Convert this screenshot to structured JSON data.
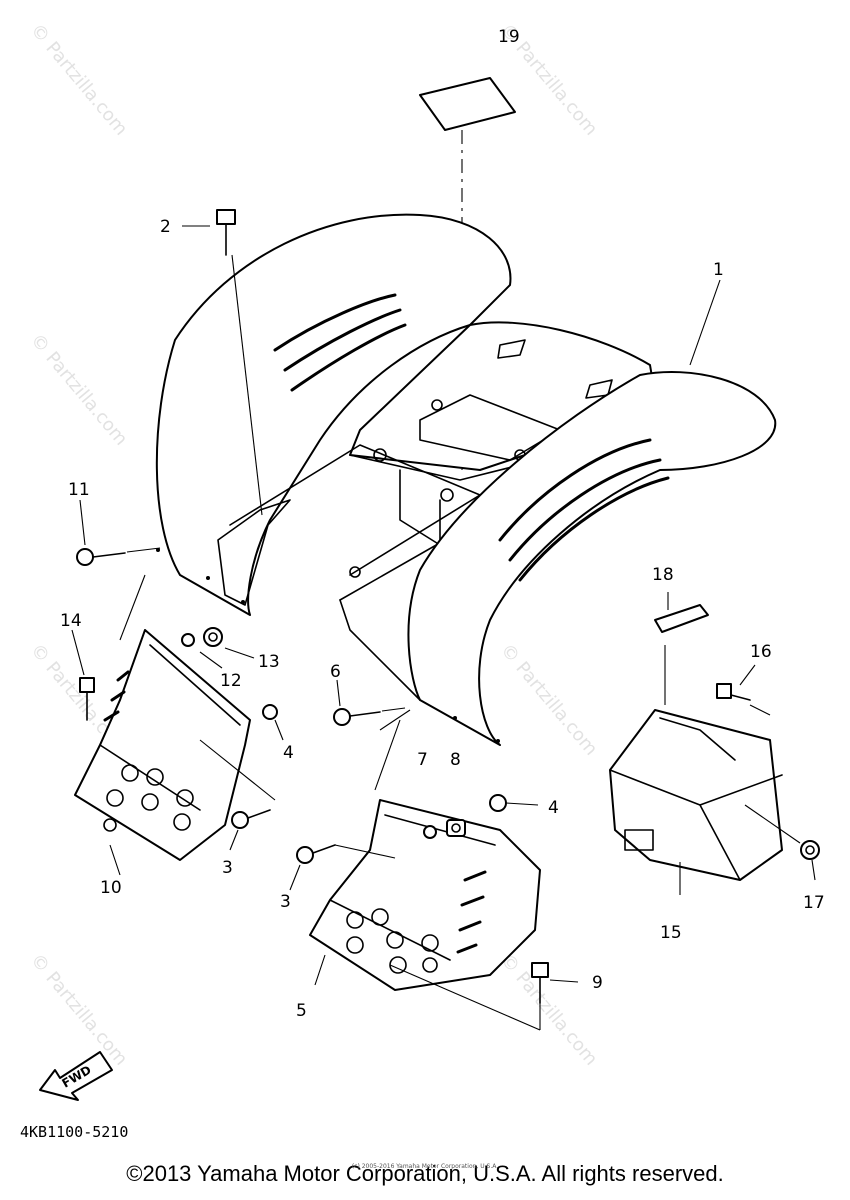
{
  "diagram": {
    "code": "4KB1100-5210",
    "fwd_label": "FWD",
    "watermark": "© Partzilla.com",
    "copyright": "©2013 Yamaha Motor Corporation, U.S.A. All rights reserved.",
    "small_print": "(c) 2005-2016 Yamaha Motor Corporation, U.S.A.",
    "callouts": [
      {
        "id": "1",
        "label": "1"
      },
      {
        "id": "2",
        "label": "2"
      },
      {
        "id": "3a",
        "label": "3"
      },
      {
        "id": "3b",
        "label": "3"
      },
      {
        "id": "4a",
        "label": "4"
      },
      {
        "id": "4b",
        "label": "4"
      },
      {
        "id": "5",
        "label": "5"
      },
      {
        "id": "6",
        "label": "6"
      },
      {
        "id": "7a",
        "label": "7"
      },
      {
        "id": "8",
        "label": "8"
      },
      {
        "id": "9",
        "label": "9"
      },
      {
        "id": "10",
        "label": "10"
      },
      {
        "id": "11",
        "label": "11"
      },
      {
        "id": "12",
        "label": "12"
      },
      {
        "id": "13",
        "label": "13"
      },
      {
        "id": "14",
        "label": "14"
      },
      {
        "id": "15",
        "label": "15"
      },
      {
        "id": "16",
        "label": "16"
      },
      {
        "id": "17",
        "label": "17"
      },
      {
        "id": "18",
        "label": "18"
      },
      {
        "id": "19",
        "label": "19"
      }
    ]
  }
}
